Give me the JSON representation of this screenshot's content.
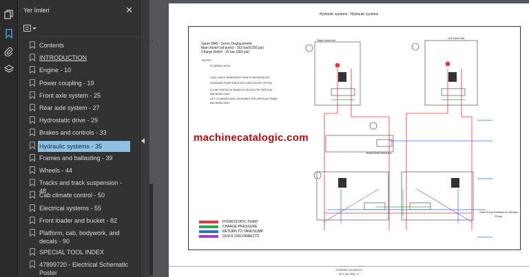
{
  "panel": {
    "title": "Yer İmleri",
    "close_glyph": "✕"
  },
  "bookmarks": [
    {
      "label": "Contents",
      "underline": false
    },
    {
      "label": "INTRODUCTION",
      "underline": true
    },
    {
      "label": "Engine - 10",
      "underline": false
    },
    {
      "label": "Power coupling - 19",
      "underline": false
    },
    {
      "label": "Front axle system - 25",
      "underline": false
    },
    {
      "label": "Rear axle system - 27",
      "underline": false
    },
    {
      "label": "Hydrostatic drive - 29",
      "underline": false
    },
    {
      "label": "Brakes and controls - 33",
      "underline": false
    },
    {
      "label": "Hydraulic systems - 35",
      "underline": false,
      "selected": true
    },
    {
      "label": "Frames and ballasting - 39",
      "underline": false
    },
    {
      "label": "Wheels - 44",
      "underline": false
    },
    {
      "label": "Tracks and track suspension - 48",
      "underline": false
    },
    {
      "label": "Cab climate control - 50",
      "underline": false
    },
    {
      "label": "Electrical systems - 55",
      "underline": false
    },
    {
      "label": "Front loader and bucket - 82",
      "underline": false
    },
    {
      "label": "Platform, cab, bodywork, and decals - 90",
      "underline": false
    },
    {
      "label": "SPECIAL TOOL INDEX",
      "underline": false
    },
    {
      "label": "47899720 - Electrical Schematic Poster",
      "underline": false
    }
  ],
  "toolbar_icons": [
    "copy-pages-icon",
    "bookmark-icon",
    "attachment-icon",
    "layers-icon"
  ],
  "document": {
    "header": "Hydraulic systems - Hydraulic systems",
    "spec_lines": [
      "Sauer M46 - Servo Displacement",
      "Main Relief (all ports) - 362 bar(5250 psi)",
      "Charge Relief - 25 bar (360 psi)"
    ],
    "notes_title": "NOTES",
    "notes": [
      "FLUSHING VALVE",
      "LOAD CHECK REMOVED IF HIGH FLOW INSTALLED",
      "STANDARD PUMP STACK NOT USED ON EHF OPTION",
      "IN-LINE ORIFICE AT MANIFOLD BLOCK FOR VERTICAL MACHINES ONLY",
      "LIFT CYLINDERS ARE CUSHIONED FOR VERTICAL FRAME MACHINES ONLY"
    ],
    "right_hand_mix": "Right Hand Mtr",
    "left_hand_mix": "Left Hand Mtr",
    "brake_manifold": "Brake/Shift Manifold",
    "gear_pump": "Gear Pump Interface to Tandem Pump",
    "watermark": "machinecatalogic.com",
    "legend": [
      {
        "label": "HYDROSTATIC PUMP",
        "color": "#e8333c"
      },
      {
        "label": "CHARGE PRESSURE",
        "color": "#2fa84f"
      },
      {
        "label": "RETURN TO TANK/SUMP",
        "color": "#2b6fd6"
      },
      {
        "label": "QUICK DISCONNECTS",
        "color": "#9a3fd0"
      }
    ],
    "footer_code": "47895365 24/06/2019",
    "footer_page": "35.1 [35.000] / 9"
  },
  "colors": {
    "selection": "#8fc0e6",
    "panel_bg": "#323232",
    "pressure_red": "#e8333c",
    "charge_green": "#2fa84f",
    "return_blue": "#2b6fd6"
  }
}
